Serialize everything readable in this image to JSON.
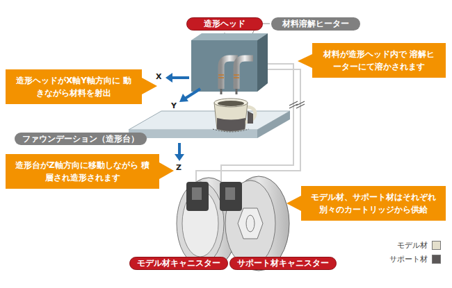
{
  "diagram": {
    "nodes": [
      {
        "text": [
          "造形ヘッド"
        ]
      },
      {
        "text": [
          "材料溶解ヒーター"
        ]
      },
      {
        "text": [
          "材料が造形ヘッド内で 溶解ヒーターにて溶かされます"
        ]
      },
      {
        "text": [
          "造形ヘッドがX軸Y軸方向に 動きながら材料を射出"
        ]
      },
      {
        "text": [
          "ファウンデーション（造形台）"
        ]
      },
      {
        "text": [
          "造形台がZ軸方向に移動しながら 積層され造形されます"
        ]
      },
      {
        "text": [
          "モデル材、サポート材はそれぞれ 別々のカートリッジから供給"
        ]
      },
      {
        "text": [
          "モデル材キャニスター"
        ]
      },
      {
        "text": [
          "サポート材キャニスター"
        ]
      }
    ],
    "labels": [
      "X",
      "Y",
      "Z"
    ],
    "legend": [
      {
        "text": "モデル材",
        "color": "#e3dfcc"
      },
      {
        "text": "サポート材",
        "color": "#5b5757"
      }
    ]
  }
}
